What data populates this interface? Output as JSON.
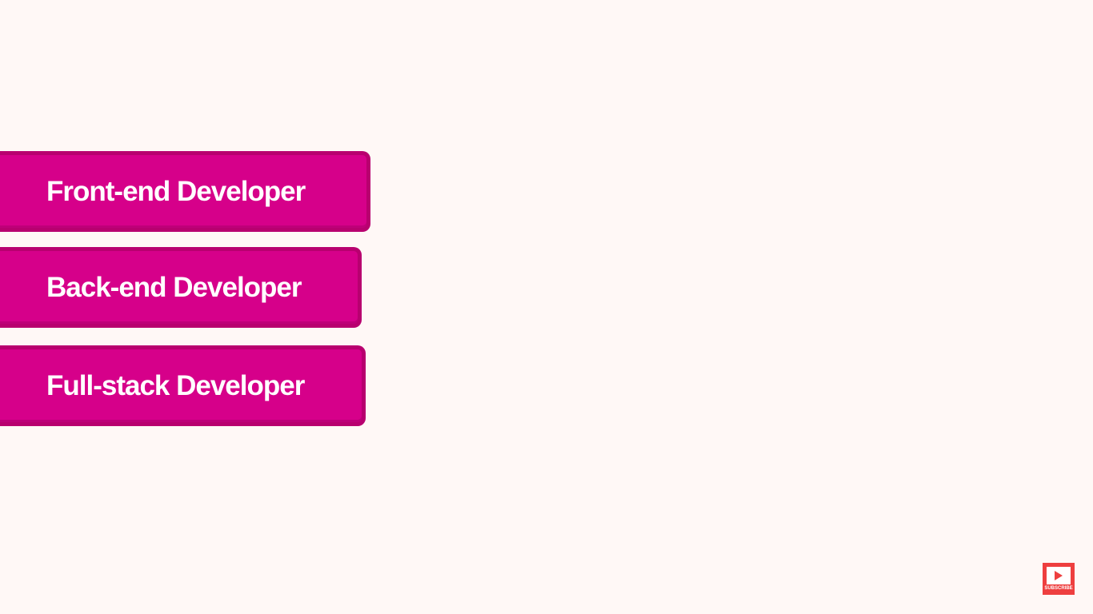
{
  "roles": [
    {
      "label": "Front-end Developer"
    },
    {
      "label": "Back-end Developer"
    },
    {
      "label": "Full-stack Developer"
    }
  ],
  "subscribe": {
    "label": "SUBSCRIBE",
    "icon": "play-icon"
  },
  "colors": {
    "background": "#fff8f6",
    "card_fill": "#d6008a",
    "card_border": "#b8006f",
    "card_text": "#ffffff",
    "subscribe_bg": "#ee3f3f"
  }
}
